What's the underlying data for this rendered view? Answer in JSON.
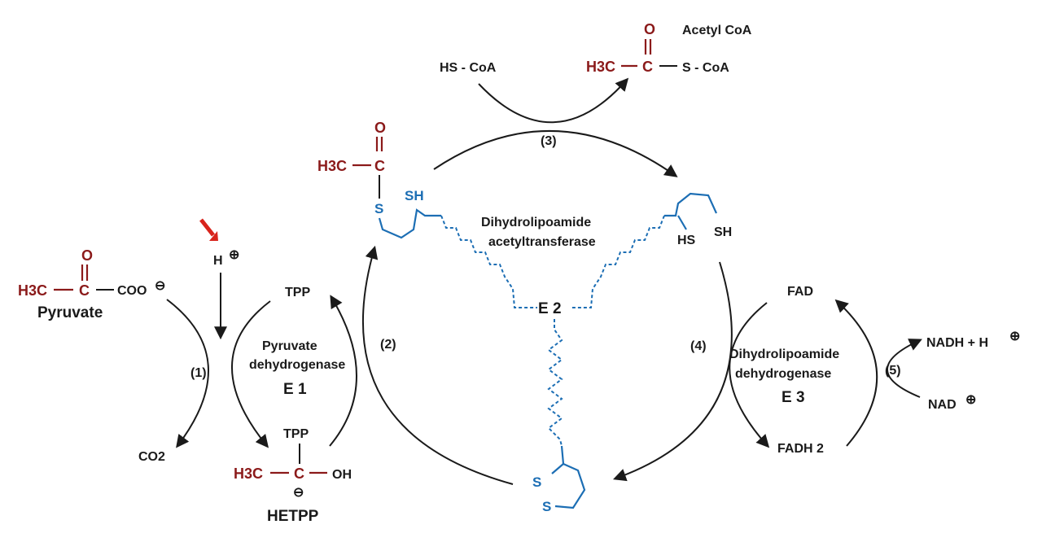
{
  "colors": {
    "red_group": "#8b1a1a",
    "blue_group": "#1c6eb4",
    "indicator_arrow": "#d8241c",
    "ink": "#1a1a1a"
  },
  "pyruvate": {
    "ch3": "H3C",
    "c": "C",
    "o": "O",
    "coo": "COO",
    "charge": "⊖",
    "name": "Pyruvate"
  },
  "proton": {
    "h": "H",
    "charge": "⊕"
  },
  "co2": {
    "text": "CO2"
  },
  "tpp_top": "TPP",
  "hetpp": {
    "tpp": "TPP",
    "ch3": "H3C",
    "c": "C",
    "oh": "OH",
    "charge": "⊖",
    "name": "HETPP"
  },
  "e1": {
    "line1": "Pyruvate",
    "line2": "dehydrogenase",
    "symbol": "E 1"
  },
  "steps": {
    "s1": "(1)",
    "s2": "(2)",
    "s3": "(3)",
    "s4": "(4)",
    "s5": "(5)"
  },
  "hscoa": "HS - CoA",
  "acetylcoa": {
    "name": "Acetyl CoA",
    "ch3": "H3C",
    "c": "C",
    "o": "O",
    "scoa": "S - CoA"
  },
  "acetyl_lipo": {
    "ch3": "H3C",
    "c": "C",
    "o": "O",
    "s": "S",
    "sh": "SH"
  },
  "e2": {
    "line1": "Dihydrolipoamide",
    "line2": "acetyltransferase",
    "symbol": "E 2"
  },
  "reduced_lipo": {
    "hs": "HS",
    "sh": "SH"
  },
  "oxidized_lipo": {
    "s1": "S",
    "s2": "S"
  },
  "e3": {
    "line1": "Dihydrolipoamide",
    "line2": "dehydrogenase",
    "symbol": "E 3"
  },
  "fad": "FAD",
  "fadh2": "FADH 2",
  "nadh": "NADH + H",
  "nadh_charge": "⊕",
  "nad": "NAD",
  "nad_charge": "⊕"
}
